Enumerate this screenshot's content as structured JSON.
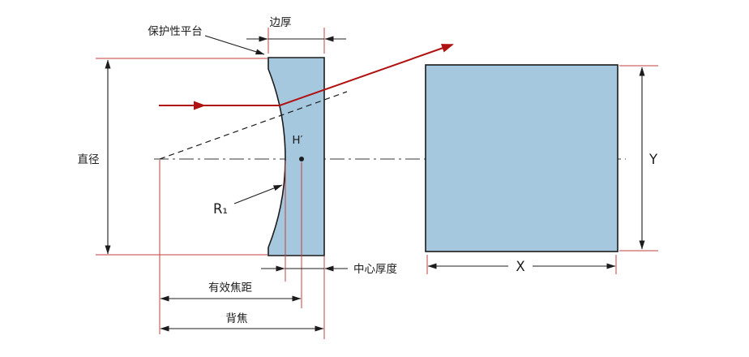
{
  "lens_side_view": {
    "labels": {
      "protective_bevel": "保护性平台",
      "edge_thickness": "边厚",
      "diameter": "直径",
      "radius_1": "R₁",
      "rear_principal_point": "H′",
      "center_thickness": "中心厚度",
      "effective_focal_length": "有效焦距",
      "back_focal_length": "背焦"
    }
  },
  "lens_front_view": {
    "labels": {
      "width": "X",
      "height": "Y"
    }
  },
  "colors": {
    "glass_fill": "#a5c8df",
    "outline": "#1c1c1c",
    "ray_red": "#b01111",
    "extension_red": "#c24040"
  }
}
